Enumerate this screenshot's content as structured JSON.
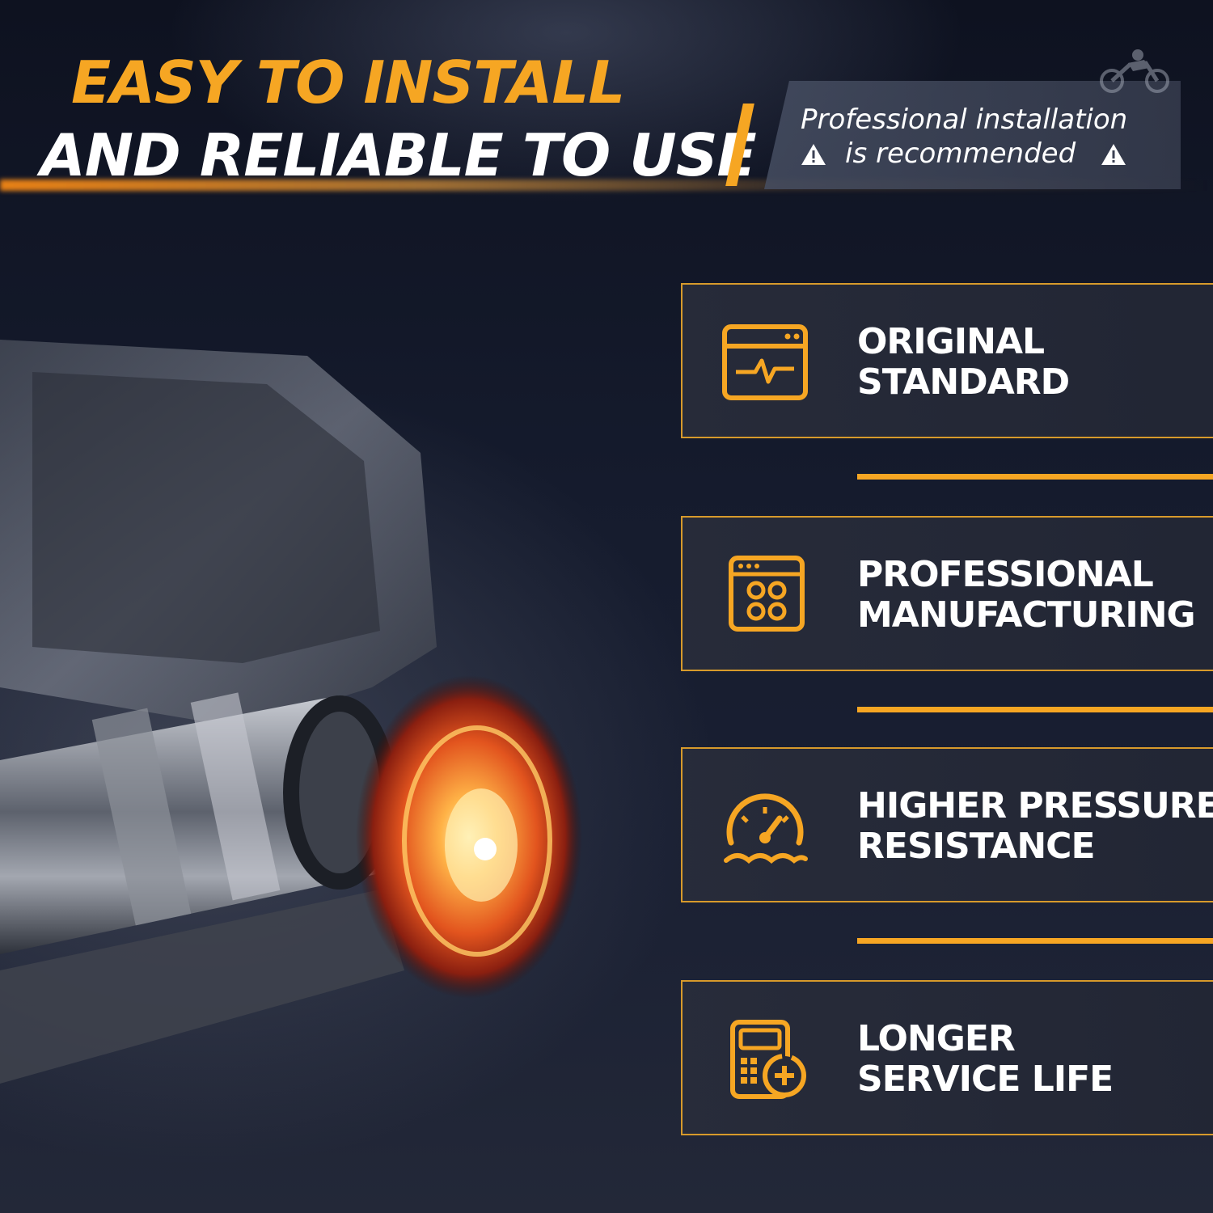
{
  "headline": {
    "line1": "EASY TO INSTALL",
    "line2": "AND RELIABLE TO USE"
  },
  "note": {
    "line1": "Professional installation",
    "line2": "is recommended"
  },
  "features": [
    {
      "title_line1": "ORIGINAL",
      "title_line2": "STANDARD",
      "icon": "browser-pulse-icon"
    },
    {
      "title_line1": "PROFESSIONAL",
      "title_line2": "MANUFACTURING",
      "icon": "control-panel-icon"
    },
    {
      "title_line1": "HIGHER PRESSURE",
      "title_line2": "RESISTANCE",
      "icon": "pressure-gauge-icon"
    },
    {
      "title_line1": "LONGER",
      "title_line2": "SERVICE LIFE",
      "icon": "service-life-icon"
    }
  ],
  "colors": {
    "accent": "#f6a623",
    "card_border": "#d79a2b",
    "background": "#111827",
    "text": "#ffffff"
  },
  "icons": [
    "warning-icon",
    "motorcycle-logo-icon"
  ]
}
